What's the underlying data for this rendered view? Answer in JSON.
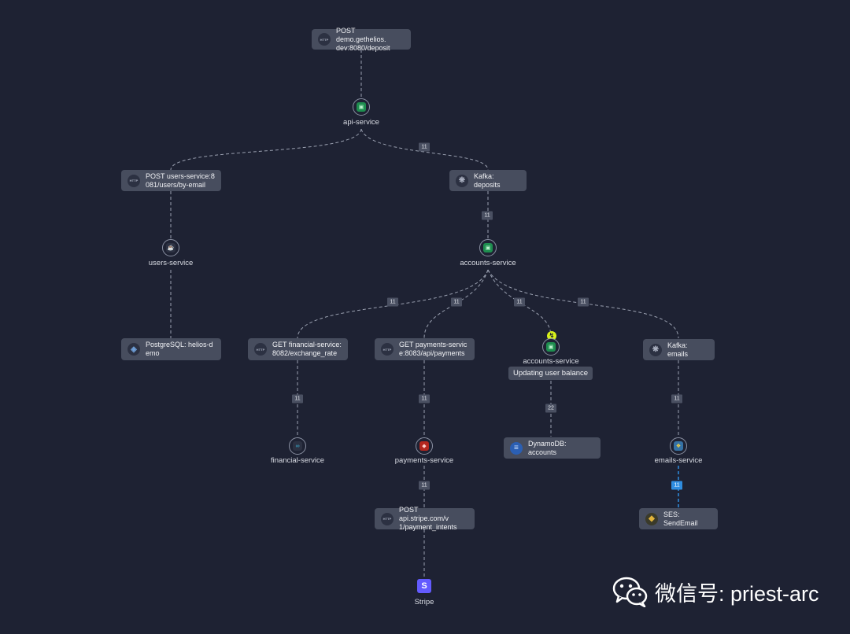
{
  "requests": {
    "post_deposit": {
      "line1": "POST demo.gethelios.",
      "line2": "dev:8080/deposit",
      "icon": "http-icon",
      "icon_text": "HTTP"
    },
    "post_users": {
      "line1": "POST users-service:8",
      "line2": "081/users/by-email",
      "icon": "http-icon",
      "icon_text": "HTTP"
    },
    "kafka_deposits": {
      "line1": "Kafka:  deposits",
      "icon": "kafka-icon"
    },
    "postgres": {
      "line1": "PostgreSQL:  helios-d",
      "line2": "emo",
      "icon": "postgresql-icon"
    },
    "get_financial": {
      "line1": "GET financial-service:",
      "line2": "8082/exchange_rate",
      "icon": "http-icon",
      "icon_text": "HTTP"
    },
    "get_payments": {
      "line1": "GET payments-servic",
      "line2": "e:8083/api/payments",
      "icon": "http-icon",
      "icon_text": "HTTP"
    },
    "kafka_emails": {
      "line1": "Kafka:  emails",
      "icon": "kafka-icon"
    },
    "dynamodb": {
      "line1": "DynamoDB:  accounts",
      "icon": "dynamodb-icon"
    },
    "post_stripe": {
      "line1": "POST api.stripe.com/v",
      "line2": "1/payment_intents",
      "icon": "http-icon",
      "icon_text": "HTTP"
    },
    "ses": {
      "line1": "SES:  SendEmail",
      "icon": "aws-ses-icon"
    }
  },
  "services": {
    "api_service": {
      "label": "api-service",
      "icon": "node-icon"
    },
    "users_service": {
      "label": "users-service",
      "icon": "java-icon"
    },
    "accounts_service": {
      "label": "accounts-service",
      "icon": "node-icon"
    },
    "accounts_service_2": {
      "label": "accounts-service",
      "icon": "node-icon"
    },
    "financial_service": {
      "label": "financial-service",
      "icon": "go-icon"
    },
    "payments_service": {
      "label": "payments-service",
      "icon": "ruby-icon"
    },
    "emails_service": {
      "label": "emails-service",
      "icon": "python-icon"
    },
    "stripe": {
      "label": "Stripe",
      "icon": "stripe-icon",
      "icon_text": "S"
    }
  },
  "tooltip": {
    "text": "Updating user balance"
  },
  "badges": {
    "api_to_kafka": "11",
    "kafka_to_accounts": "11",
    "accounts_to_financial": "11",
    "accounts_to_payments": "11",
    "accounts_to_self": "11",
    "accounts_to_emails": "11",
    "financial_req": "11",
    "payments_req": "11",
    "dynamodb_calls": "22",
    "emails_req": "11",
    "stripe_req": "11",
    "ses_calls": "11"
  },
  "watermark": {
    "text": "微信号: priest-arc",
    "icon": "wechat-icon"
  },
  "colors": {
    "background": "#1e2233",
    "node": "#474d5e",
    "edge": "#9aa0b0",
    "highlight_edge": "#2f8de0",
    "service_icon": "#1e8e4f"
  }
}
